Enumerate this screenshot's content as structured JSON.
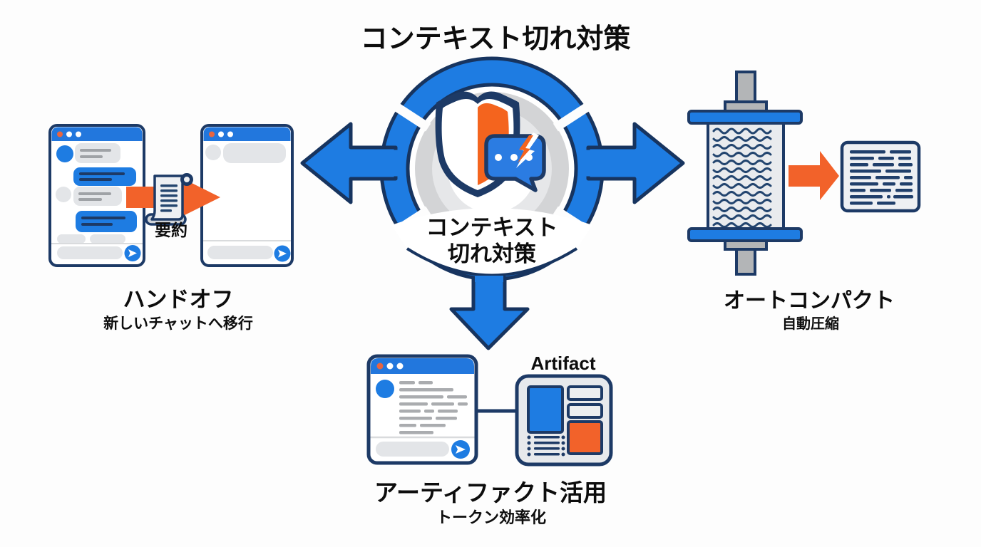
{
  "title": "コンテキスト切れ対策",
  "hub": {
    "label_line1": "コンテキスト",
    "label_line2": "切れ対策",
    "icon": "shield-broken-chat"
  },
  "branches": {
    "left": {
      "title": "ハンドオフ",
      "subtitle": "新しいチャットへ移行",
      "arrow_label": "要約"
    },
    "right": {
      "title": "オートコンパクト",
      "subtitle": "自動圧縮"
    },
    "bottom": {
      "title": "アーティファクト活用",
      "subtitle": "トークン効率化",
      "panel_label": "Artifact"
    }
  },
  "colors": {
    "blue": "#1e7ce2",
    "navy": "#1d3a66",
    "orange": "#f2622a",
    "bubble_gray": "#e3e5e8",
    "ring_gray": "#d3d4d6"
  }
}
